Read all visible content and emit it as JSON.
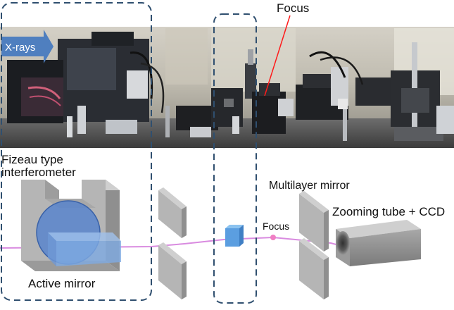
{
  "photo_labels": {
    "focus": "Focus",
    "xrays": "X-rays"
  },
  "diagram_labels": {
    "fizeau_line1": "Fizeau type",
    "fizeau_line2": "interferometer",
    "active_mirror": "Active mirror",
    "multilayer_mirror": "Multilayer mirror",
    "focus": "Focus",
    "zooming_tube": "Zooming tube + CCD"
  },
  "colors": {
    "beam": "#d98be0",
    "focus_dot": "#f07fc4",
    "xrays_arrow": "#4f7fbf",
    "dashed_box": "#2f4f6f",
    "active_mirror": "#4d7fd0",
    "sample_cube": "#5b9ee0",
    "grey_face": "#b5b5b5",
    "grey_side": "#8f8f8f",
    "grey_top": "#cfcfcf"
  }
}
